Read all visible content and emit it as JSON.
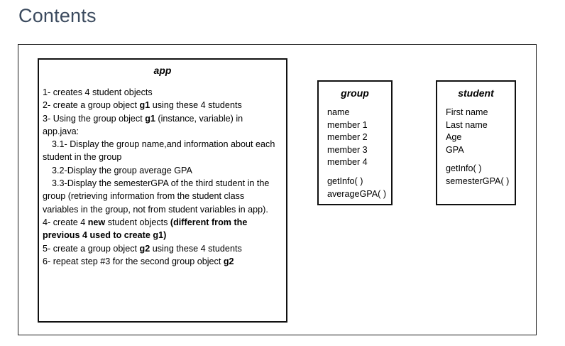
{
  "slide": {
    "title": "Contents",
    "title_color": "#3B4A5E",
    "background": "#ffffff",
    "border_color": "#1a1a1a"
  },
  "diagram": {
    "app_box": {
      "title": "app",
      "lines": [
        {
          "text": "1- creates 4 student objects",
          "indent": false
        },
        {
          "html": "2- create a group object <b>g1</b> using these 4 students",
          "indent": false
        },
        {
          "html": "3- Using the group object <b>g1</b> (instance, variable) in",
          "indent": false
        },
        {
          "text": "app.java:",
          "indent": false
        },
        {
          "text": "3.1- Display the group name,and information about each",
          "indent": true
        },
        {
          "text": "student in the group",
          "indent": false
        },
        {
          "text": "3.2-Display the group average GPA",
          "indent": true
        },
        {
          "text": "3.3-Display the semesterGPA of the third student in the",
          "indent": true
        },
        {
          "text": "group (retrieving information from the student class",
          "indent": false
        },
        {
          "text": "variables in the group, not from student variables in app).",
          "indent": false
        },
        {
          "html": "4- create 4 <b>new</b> student objects <b>(different from the</b>",
          "indent": false
        },
        {
          "html": "<b>previous 4 used to create g1)</b>",
          "indent": false
        },
        {
          "html": "5- create a group object <b>g2</b> using these 4 students",
          "indent": false
        },
        {
          "html": "6- repeat step #3 for the second group object <b>g2</b>",
          "indent": false
        }
      ]
    },
    "group_box": {
      "title": "group",
      "attributes": [
        "name",
        "member 1",
        "member 2",
        "member 3",
        "member 4"
      ],
      "methods": [
        "getInfo( )",
        "averageGPA( )"
      ]
    },
    "student_box": {
      "title": "student",
      "attributes": [
        "First name",
        "Last name",
        "Age",
        "GPA"
      ],
      "methods": [
        "getInfo( )",
        "semesterGPA( )"
      ]
    }
  }
}
